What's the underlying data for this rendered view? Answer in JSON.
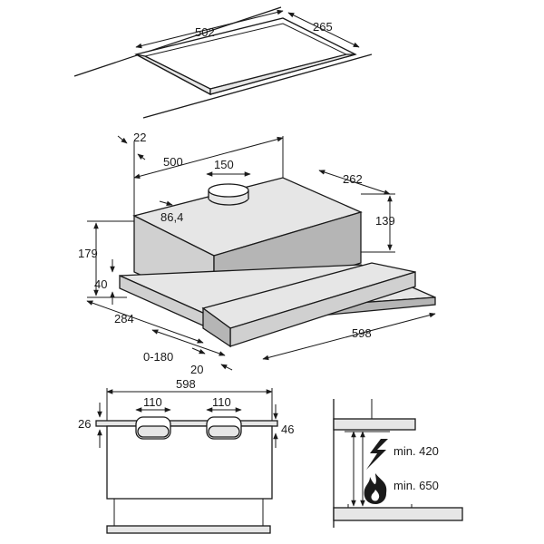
{
  "top_view": {
    "width": "502",
    "depth": "265"
  },
  "iso_view": {
    "offset_top": "22",
    "depth_total": "500",
    "outlet_diameter": "150",
    "outlet_offset": "86,4",
    "width_body": "262",
    "height_body": "139",
    "height_total": "179",
    "height_bottom": "40",
    "depth_front": "284",
    "slide_range": "0-180",
    "front_panel": "20",
    "width_total": "598"
  },
  "front_view": {
    "width": "598",
    "hole_left": "110",
    "hole_right": "110",
    "top_left": "26",
    "top_right": "46"
  },
  "install_view": {
    "min_electric": "min. 420",
    "min_gas": "min. 650",
    "electric_icon": "lightning-icon",
    "gas_icon": "flame-icon"
  }
}
